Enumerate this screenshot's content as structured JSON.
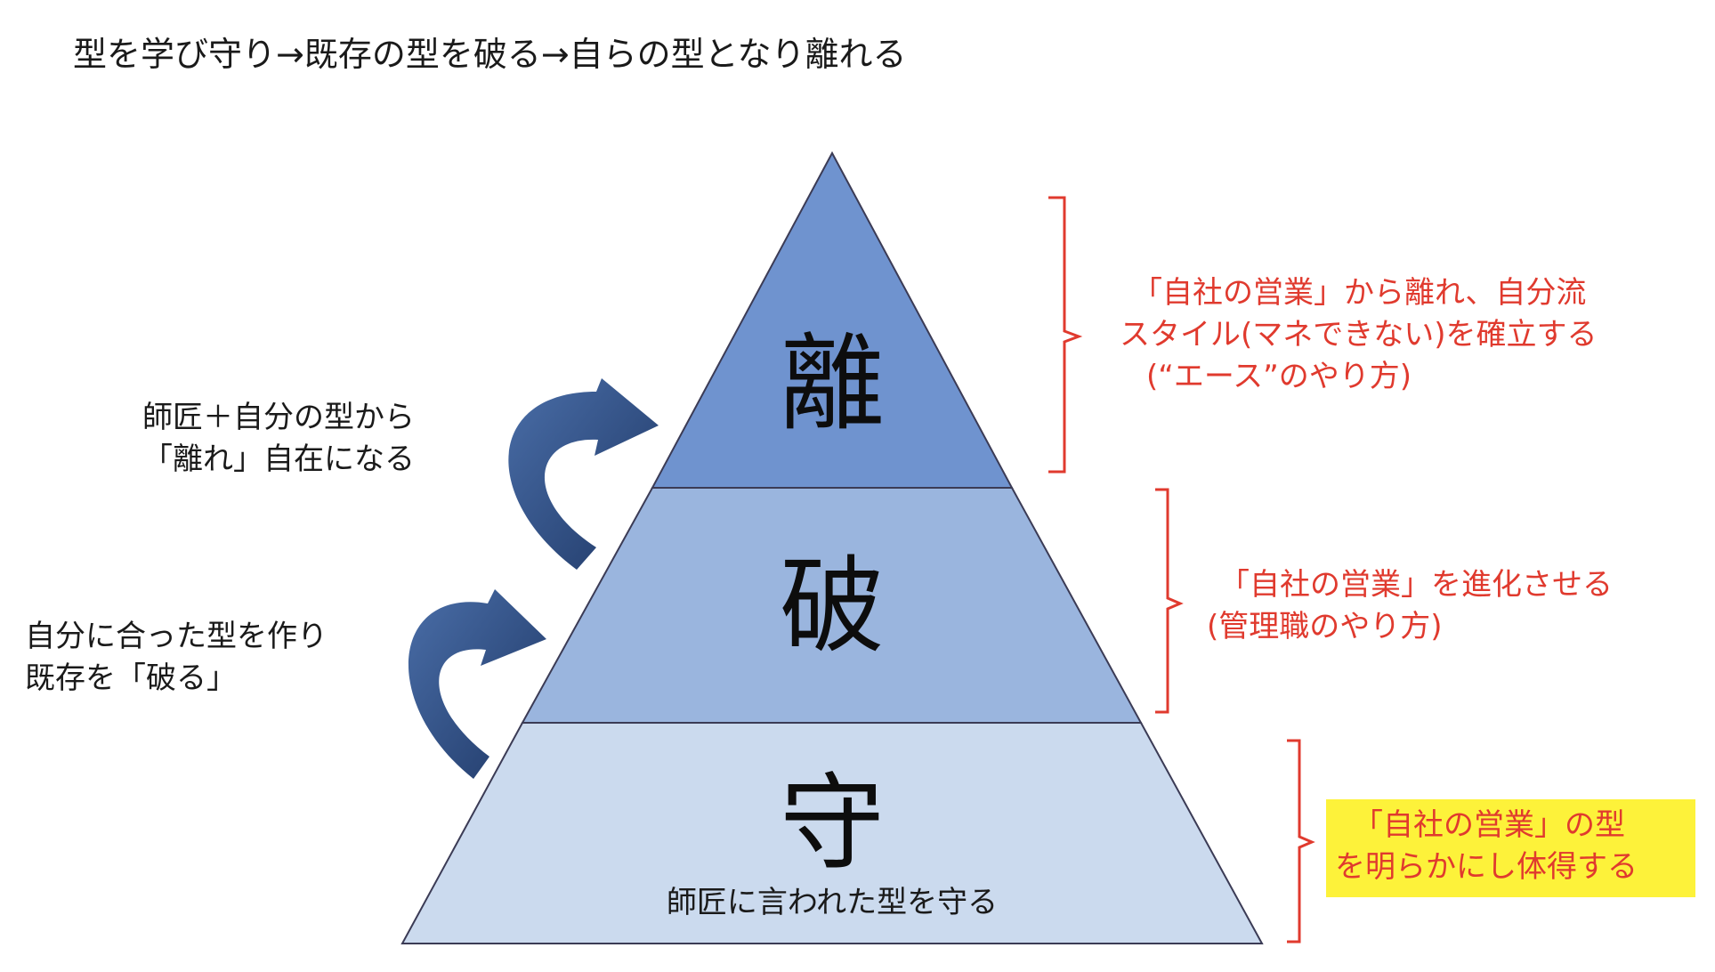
{
  "title": "型を学び守り→既存の型を破る→自らの型となり離れる",
  "pyramid": {
    "tiers": [
      {
        "name": "ri",
        "char": "離",
        "fill": "#6f93cf"
      },
      {
        "name": "ha",
        "char": "破",
        "fill": "#9ab5de"
      },
      {
        "name": "shu",
        "char": "守",
        "fill": "#cbdaee",
        "caption": "師匠に言われた型を守る"
      }
    ],
    "outline_color": "#3b3b55"
  },
  "left_notes": [
    {
      "lines": [
        "師匠＋自分の型から",
        "「離れ」自在になる"
      ]
    },
    {
      "lines": [
        "自分に合った型を作り",
        "既存を「破る」"
      ]
    }
  ],
  "right_notes": [
    {
      "lines": [
        "「自社の営業」から離れ、自分流",
        "スタイル(マネできない)を確立する",
        "(“エース”のやり方)"
      ]
    },
    {
      "lines": [
        "「自社の営業」を進化させる",
        "(管理職のやり方)"
      ]
    },
    {
      "lines": [
        "「自社の営業」の型",
        "を明らかにし体得する"
      ],
      "highlight": "#fdf23a"
    }
  ],
  "colors": {
    "brace": "#e03a2e",
    "arrow": "#2b4a7e",
    "red_text": "#e03a2e"
  }
}
